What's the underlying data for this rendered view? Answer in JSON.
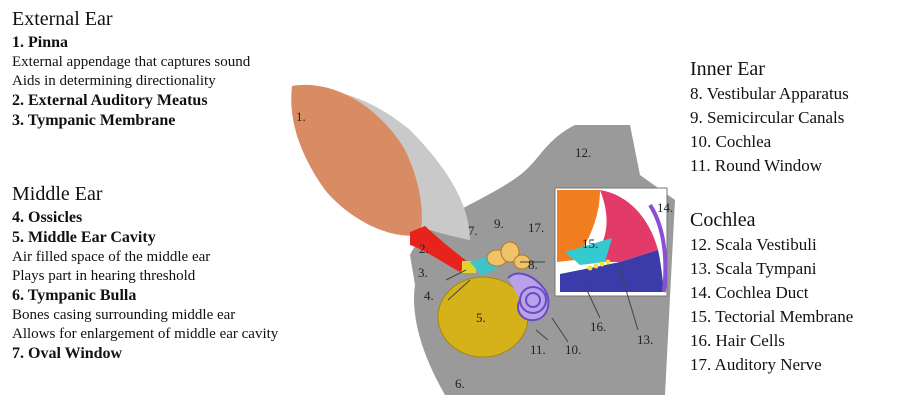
{
  "external_ear": {
    "heading": "External Ear",
    "pinna": "1. Pinna",
    "pinna_desc_1": "External appendage that captures sound",
    "pinna_desc_2": "Aids in determining directionality",
    "meatus": "2. External Auditory Meatus",
    "tympanic_membrane": "3. Tympanic Membrane"
  },
  "middle_ear": {
    "heading": "Middle Ear",
    "ossicles": "4. Ossicles",
    "cavity": "5. Middle Ear Cavity",
    "cavity_desc_1": "Air filled space of the middle ear",
    "cavity_desc_2": "Plays part in hearing threshold",
    "bulla": "6. Tympanic Bulla",
    "bulla_desc_1": "Bones casing surrounding middle ear",
    "bulla_desc_2": "Allows for enlargement of middle ear cavity",
    "oval_window": "7. Oval Window"
  },
  "inner_ear": {
    "heading": "Inner Ear",
    "items": [
      "8. Vestibular Apparatus",
      "9. Semicircular Canals",
      "10. Cochlea",
      "11. Round Window"
    ]
  },
  "cochlea": {
    "heading": "Cochlea",
    "items": [
      "12. Scala Vestibuli",
      "13. Scala Tympani",
      "14. Cochlea Duct",
      "15. Tectorial Membrane",
      "16. Hair Cells",
      "17. Auditory Nerve"
    ]
  },
  "diagram_labels": {
    "n1": "1.",
    "n2": "2.",
    "n3": "3.",
    "n4": "4.",
    "n5": "5.",
    "n6": "6.",
    "n7": "7.",
    "n8": "8.",
    "n9": "9.",
    "n11": "11.",
    "n10": "10.",
    "n12": "12.",
    "n13": "13.",
    "n14": "14.",
    "n15": "15.",
    "n16": "16.",
    "n17": "17."
  }
}
